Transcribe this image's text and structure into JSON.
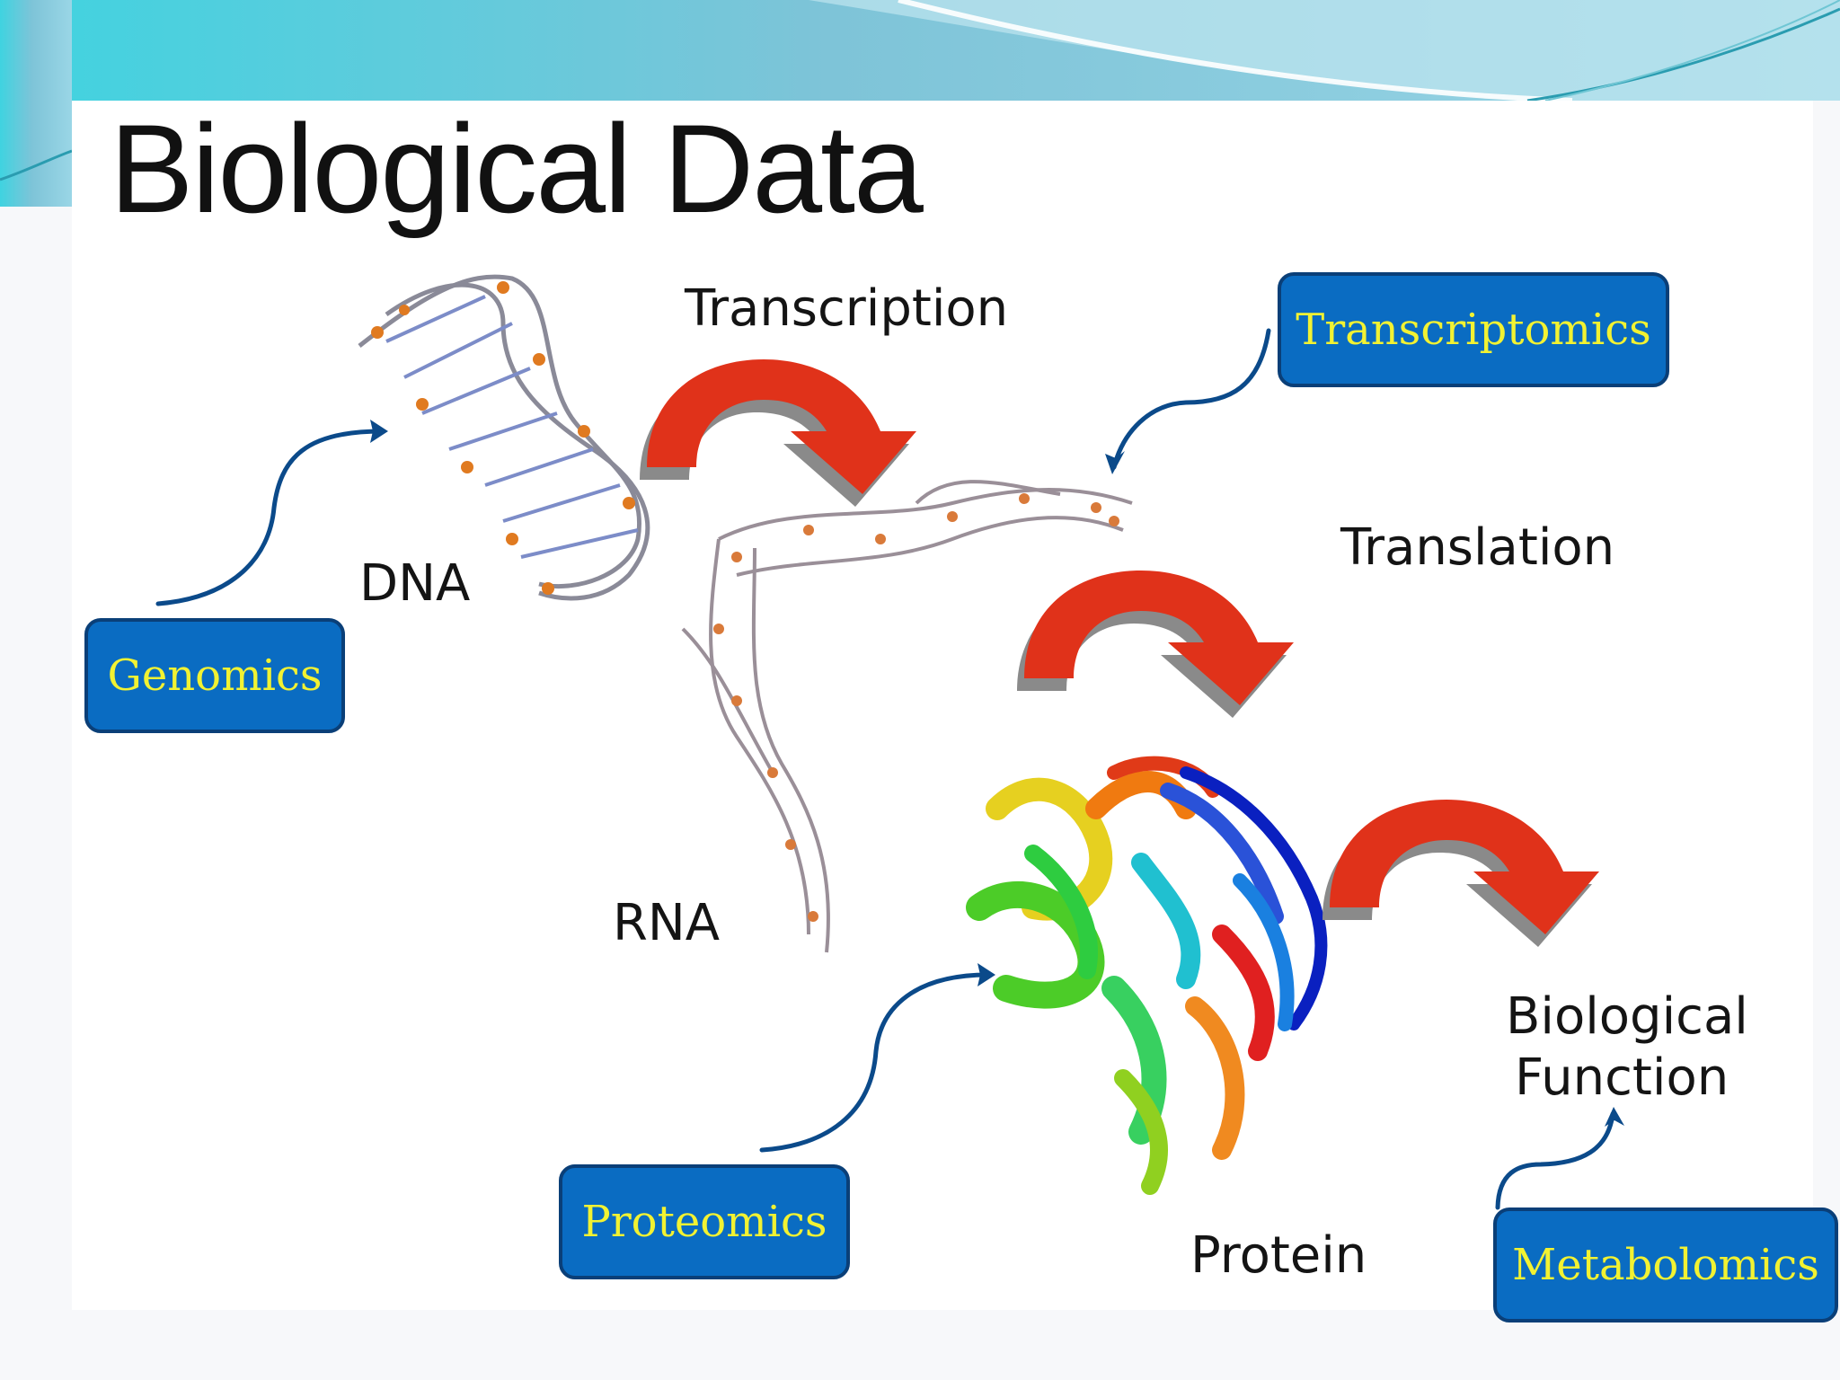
{
  "slide": {
    "title": "Biological Data",
    "accent_color": "#0a6cc2",
    "omics_text_color": "#f2f232",
    "arrow_color": "#e0321a"
  },
  "molecules": {
    "dna_label": "DNA",
    "rna_label": "RNA",
    "protein_label": "Protein",
    "function_label_line1": "Biological",
    "function_label_line2": "Function"
  },
  "processes": {
    "transcription": "Transcription",
    "translation": "Translation"
  },
  "omics": {
    "genomics": "Genomics",
    "transcriptomics": "Transcriptomics",
    "proteomics": "Proteomics",
    "metabolomics": "Metabolomics"
  }
}
